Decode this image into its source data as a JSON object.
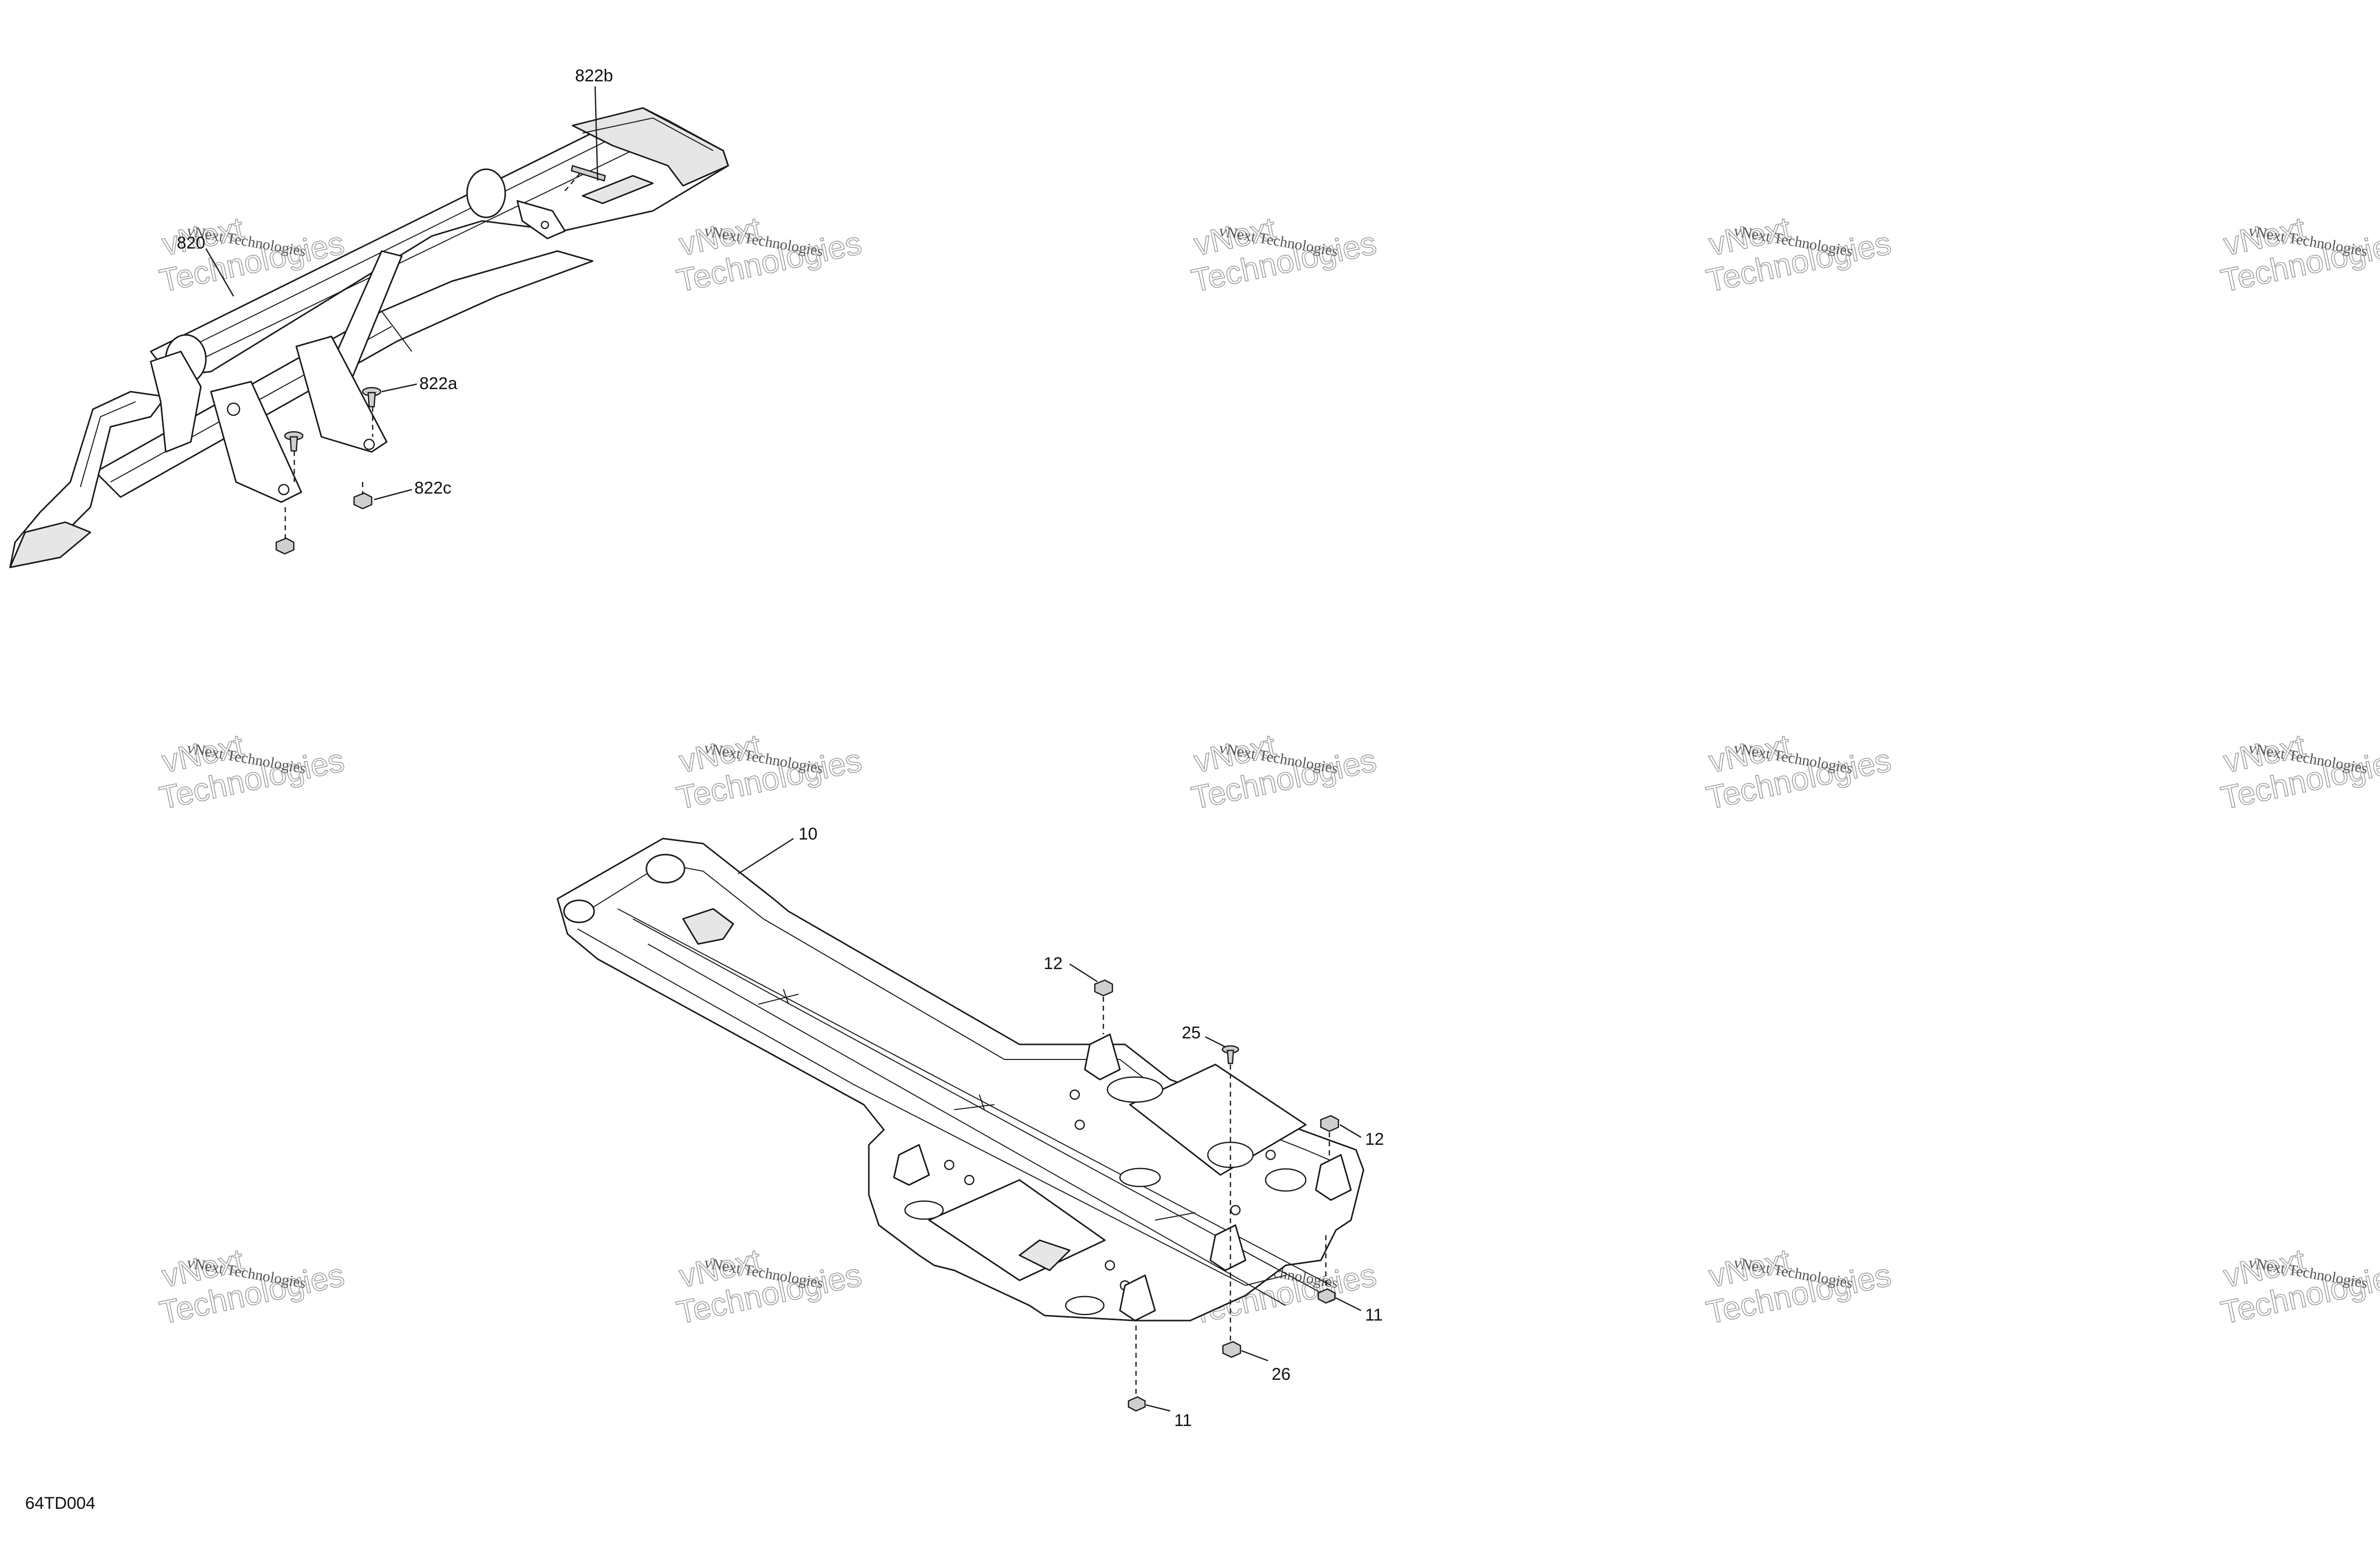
{
  "drawing": {
    "reference": "64TD004",
    "watermark": {
      "line1": "vNext Technologies",
      "line2": "vNext",
      "line3": "Technologies"
    },
    "callouts": {
      "c820": "820",
      "c822a": "822a",
      "c822b": "822b",
      "c822c": "822c",
      "c10": "10",
      "c11a": "11",
      "c11b": "11",
      "c12a": "12",
      "c12b": "12",
      "c25": "25",
      "c26": "26"
    }
  }
}
